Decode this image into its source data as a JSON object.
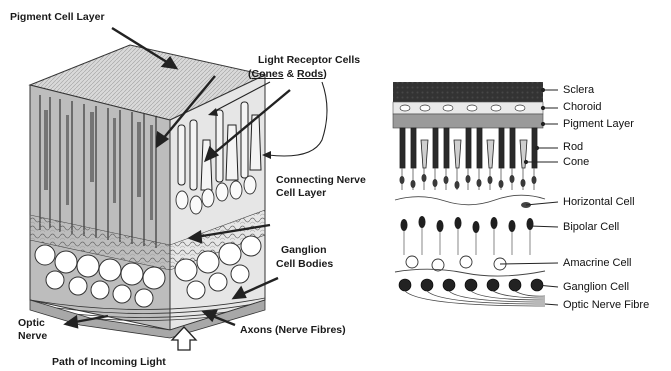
{
  "left_diagram": {
    "labels": {
      "pigment_cell_layer": "Pigment Cell Layer",
      "light_receptor_cells": "Light Receptor Cells",
      "cones": "Cones",
      "amp": " & ",
      "rods": "Rods",
      "paren_open": "(",
      "paren_close": ")",
      "connecting_nerve_1": "Connecting Nerve",
      "connecting_nerve_2": "Cell Layer",
      "ganglion_1": "Ganglion",
      "ganglion_2": "Cell Bodies",
      "optic_nerve_1": "Optic",
      "optic_nerve_2": "Nerve",
      "axons": "Axons (Nerve Fibres)",
      "path_of_light": "Path of Incoming Light"
    }
  },
  "right_diagram": {
    "labels": [
      "Sclera",
      "Choroid",
      "Pigment Layer",
      "Rod",
      "Cone",
      "Horizontal Cell",
      "Bipolar Cell",
      "Amacrine Cell",
      "Ganglion Cell",
      "Optic Nerve Fibre"
    ]
  }
}
